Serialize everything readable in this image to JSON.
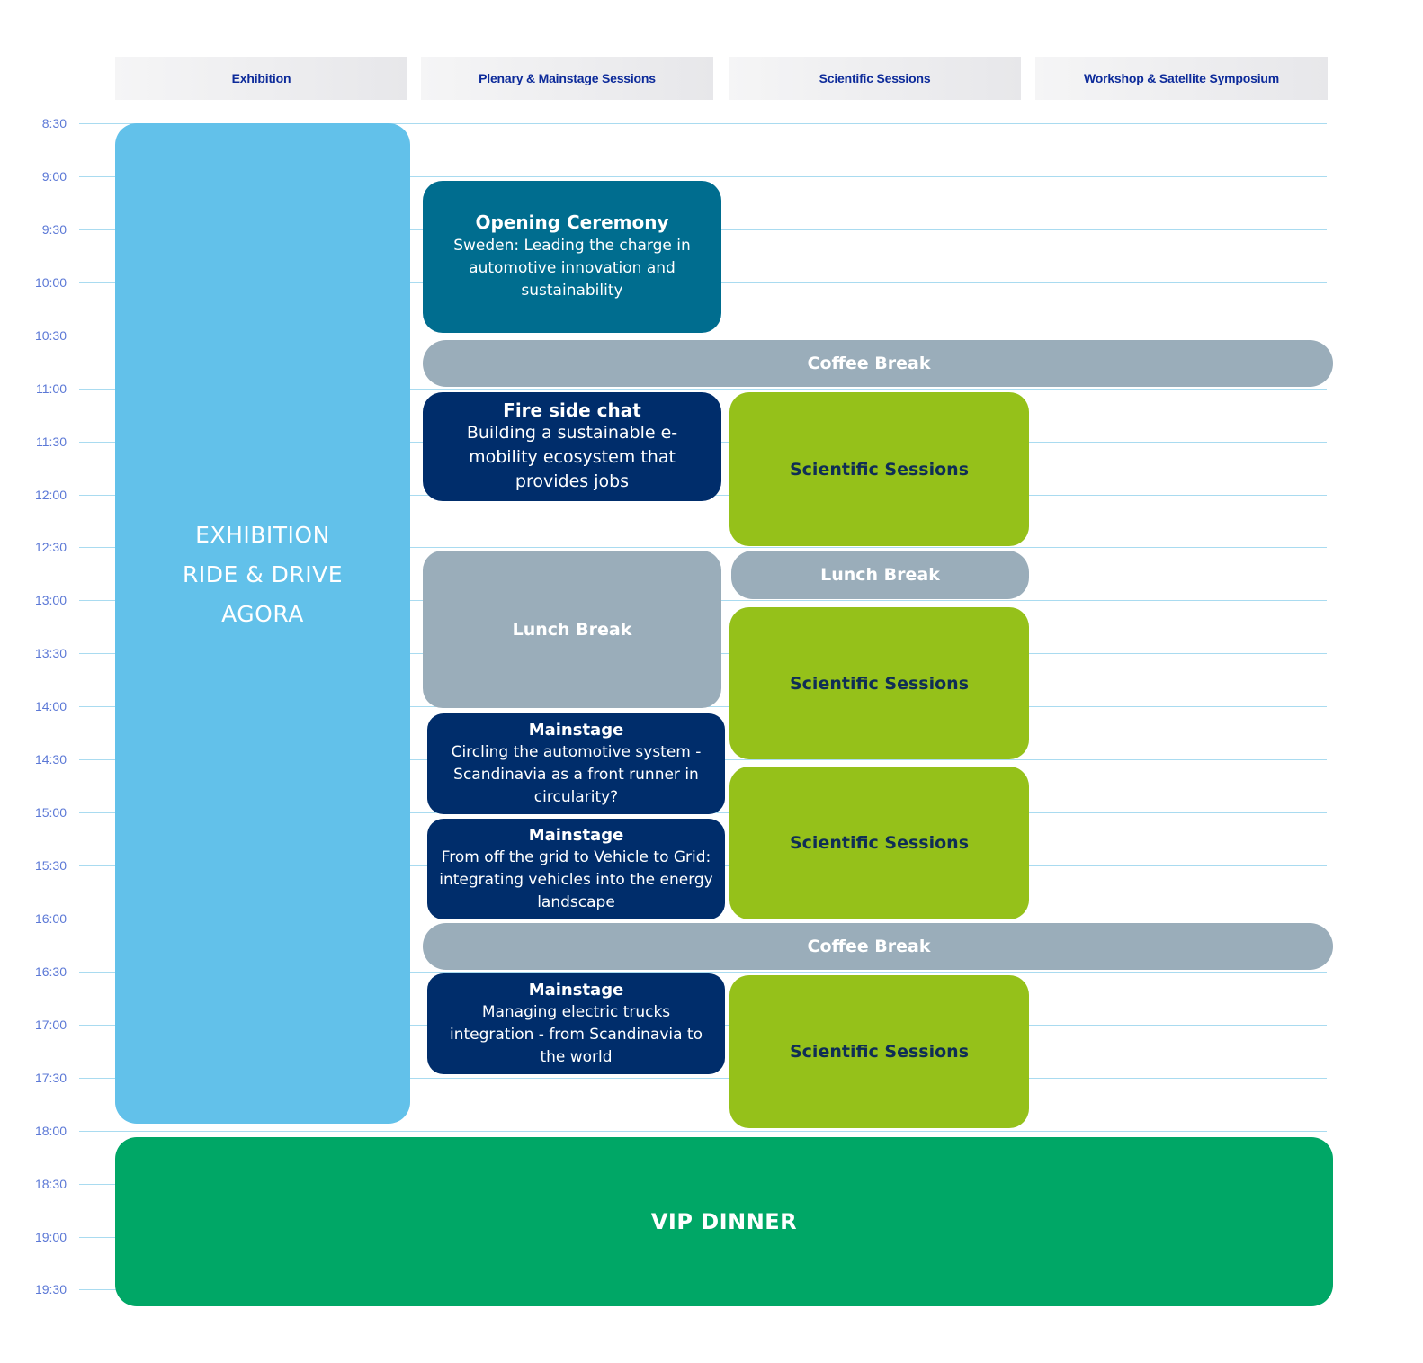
{
  "columns": [
    "Exhibition",
    "Plenary & Mainstage Sessions",
    "Scientific Sessions",
    "Workshop & Satellite Symposium"
  ],
  "times": [
    "8:30",
    "9:00",
    "9:30",
    "10:00",
    "10:30",
    "11:00",
    "11:30",
    "12:00",
    "12:30",
    "13:00",
    "13:30",
    "14:00",
    "14:30",
    "15:00",
    "15:30",
    "16:00",
    "16:30",
    "17:00",
    "17:30",
    "18:00",
    "18:30",
    "19:00",
    "19:30"
  ],
  "exhibition": {
    "lines": [
      "EXHIBITION",
      "RIDE & DRIVE",
      "AGORA"
    ]
  },
  "plenary": {
    "opening": {
      "title": "Opening Ceremony",
      "body": "Sweden: Leading the charge in automotive innovation and sustainability"
    },
    "fireside": {
      "title": "Fire side chat",
      "body": "Building a sustainable e-mobility ecosystem that provides jobs"
    },
    "lunch": "Lunch Break",
    "mainstage1": {
      "title": "Mainstage",
      "body": "Circling the automotive system - Scandinavia as a front runner in circularity?"
    },
    "mainstage2": {
      "title": "Mainstage",
      "body": "From off the grid to Vehicle to Grid: integrating vehicles into the energy landscape"
    },
    "mainstage3": {
      "title": "Mainstage",
      "body": "Managing electric trucks integration - from Scandinavia to the world"
    }
  },
  "scientific": {
    "session1": "Scientific Sessions",
    "lunch": "Lunch Break",
    "session2": "Scientific Sessions",
    "session3": "Scientific Sessions",
    "session4": "Scientific Sessions"
  },
  "breaks": {
    "coffee1": "Coffee Break",
    "coffee2": "Coffee Break"
  },
  "vip": "VIP DINNER",
  "colors": {
    "exhibition": "#62c1ea",
    "opening": "#006d8f",
    "mainstage": "#002d6b",
    "break": "#9aadba",
    "scientific": "#95c11a",
    "vip": "#00a766",
    "header_text": "#0d2b9a",
    "time_text": "#5b78d6",
    "grid": "#a9dbf0"
  }
}
